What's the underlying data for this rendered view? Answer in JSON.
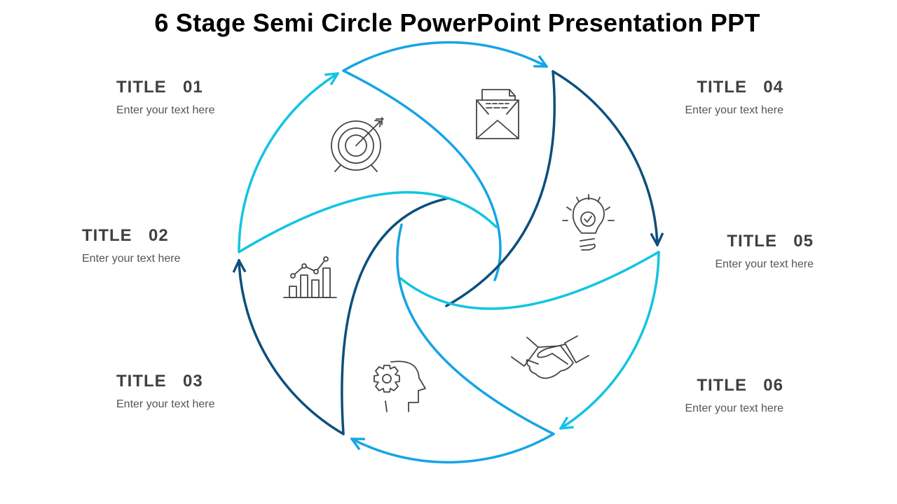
{
  "title": "6 Stage Semi Circle PowerPoint Presentation PPT",
  "colors": {
    "light_blue": "#16a4e6",
    "dark_blue": "#0d4f7c",
    "cyan": "#12c4e2",
    "icon": "#454545",
    "text": "#404040"
  },
  "stages": [
    {
      "title": "TITLE  01",
      "text": "Enter your text here",
      "icon": "target-icon"
    },
    {
      "title": "TITLE  02",
      "text": "Enter your text here",
      "icon": "bar-chart-icon"
    },
    {
      "title": "TITLE  03",
      "text": "Enter your text here",
      "icon": "head-gear-icon"
    },
    {
      "title": "TITLE  04",
      "text": "Enter your text here",
      "icon": "envelope-icon"
    },
    {
      "title": "TITLE  05",
      "text": "Enter your text here",
      "icon": "lightbulb-icon"
    },
    {
      "title": "TITLE  06",
      "text": "Enter your text here",
      "icon": "handshake-icon"
    }
  ]
}
